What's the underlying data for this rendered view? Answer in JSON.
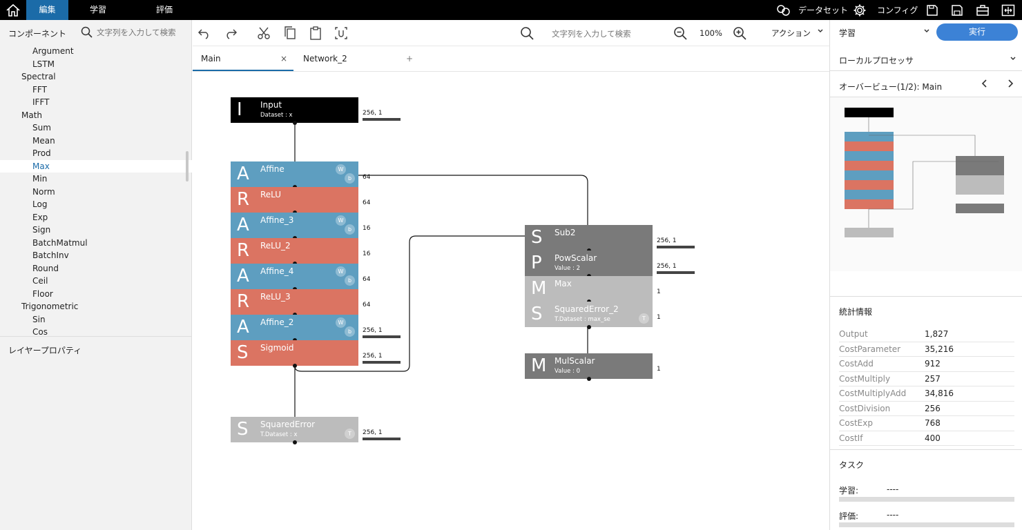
{
  "topbar": {
    "menus": [
      "編集",
      "学習",
      "評価"
    ],
    "dataset_label": "データセット",
    "config_label": "コンフィグ"
  },
  "left": {
    "title": "コンポーネント",
    "search_placeholder": "文字列を入力して検索",
    "props_title": "レイヤープロパティ",
    "tree": [
      {
        "label": "Argument",
        "indent": 2
      },
      {
        "label": "LSTM",
        "indent": 2
      },
      {
        "label": "Spectral",
        "indent": 1
      },
      {
        "label": "FFT",
        "indent": 2
      },
      {
        "label": "IFFT",
        "indent": 2
      },
      {
        "label": "Math",
        "indent": 1
      },
      {
        "label": "Sum",
        "indent": 2
      },
      {
        "label": "Mean",
        "indent": 2
      },
      {
        "label": "Prod",
        "indent": 2
      },
      {
        "label": "Max",
        "indent": 2,
        "selected": true
      },
      {
        "label": "Min",
        "indent": 2
      },
      {
        "label": "Norm",
        "indent": 2
      },
      {
        "label": "Log",
        "indent": 2
      },
      {
        "label": "Exp",
        "indent": 2
      },
      {
        "label": "Sign",
        "indent": 2
      },
      {
        "label": "BatchMatmul",
        "indent": 2
      },
      {
        "label": "BatchInv",
        "indent": 2
      },
      {
        "label": "Round",
        "indent": 2
      },
      {
        "label": "Ceil",
        "indent": 2
      },
      {
        "label": "Floor",
        "indent": 2
      },
      {
        "label": "Trigonometric",
        "indent": 1
      },
      {
        "label": "Sin",
        "indent": 2
      },
      {
        "label": "Cos",
        "indent": 2
      }
    ]
  },
  "toolbar": {
    "search_placeholder": "文字列を入力して検索",
    "zoom": "100%",
    "action_label": "アクション"
  },
  "tabs": {
    "main": "Main",
    "network2": "Network_2",
    "close": "×",
    "add": "+"
  },
  "nodes": [
    {
      "letter": "I",
      "name": "Input",
      "sub": "Dataset : x",
      "color": "#000000",
      "shape": "256, 1"
    },
    {
      "letter": "A",
      "name": "Affine",
      "color": "#5e9ec0",
      "shape": "64",
      "badges": true
    },
    {
      "letter": "R",
      "name": "ReLU",
      "color": "#db7462",
      "shape": "64"
    },
    {
      "letter": "A",
      "name": "Affine_3",
      "color": "#5e9ec0",
      "shape": "16",
      "badges": true
    },
    {
      "letter": "R",
      "name": "ReLU_2",
      "color": "#db7462",
      "shape": "16"
    },
    {
      "letter": "A",
      "name": "Affine_4",
      "color": "#5e9ec0",
      "shape": "64",
      "badges": true
    },
    {
      "letter": "R",
      "name": "ReLU_3",
      "color": "#db7462",
      "shape": "64"
    },
    {
      "letter": "A",
      "name": "Affine_2",
      "color": "#5e9ec0",
      "shape": "256, 1",
      "badges": true
    },
    {
      "letter": "S",
      "name": "Sigmoid",
      "color": "#db7462",
      "shape": "256, 1"
    },
    {
      "letter": "S",
      "name": "SquaredError",
      "sub": "T.Dataset : x",
      "color": "#bcbcbc",
      "shape": "256, 1"
    },
    {
      "letter": "S",
      "name": "Sub2",
      "color": "#7a7a7a",
      "shape": "256, 1"
    },
    {
      "letter": "P",
      "name": "PowScalar",
      "sub": "Value : 2",
      "color": "#7a7a7a",
      "shape": "256, 1"
    },
    {
      "letter": "M",
      "name": "Max",
      "color": "#bcbcbc",
      "shape": "1"
    },
    {
      "letter": "S",
      "name": "SquaredError_2",
      "sub": "T.Dataset : max_se",
      "color": "#bcbcbc",
      "shape": "1"
    },
    {
      "letter": "M",
      "name": "MulScalar",
      "sub": "Value : 0",
      "color": "#7a7a7a",
      "shape": "1"
    }
  ],
  "badge_w": "W",
  "badge_b": "b",
  "badge_t": "T",
  "right": {
    "mode": "学習",
    "run": "実行",
    "processor": "ローカルプロセッサ",
    "overview": "オーバービュー(1/2): Main",
    "stats_title": "統計情報",
    "stats": [
      {
        "k": "Output",
        "v": "1,827"
      },
      {
        "k": "CostParameter",
        "v": "35,216"
      },
      {
        "k": "CostAdd",
        "v": "912"
      },
      {
        "k": "CostMultiply",
        "v": "257"
      },
      {
        "k": "CostMultiplyAdd",
        "v": "34,816"
      },
      {
        "k": "CostDivision",
        "v": "256"
      },
      {
        "k": "CostExp",
        "v": "768"
      },
      {
        "k": "CostIf",
        "v": "400"
      }
    ],
    "task_title": "タスク",
    "task_train": "学習:",
    "task_train_val": "----",
    "task_eval": "評価:",
    "task_eval_val": "----"
  },
  "colors": {
    "accent": "#1b6ba8",
    "button": "#3c82d6",
    "affine": "#5e9ec0",
    "relu": "#db7462",
    "gray": "#7a7a7a",
    "light": "#bcbcbc"
  }
}
